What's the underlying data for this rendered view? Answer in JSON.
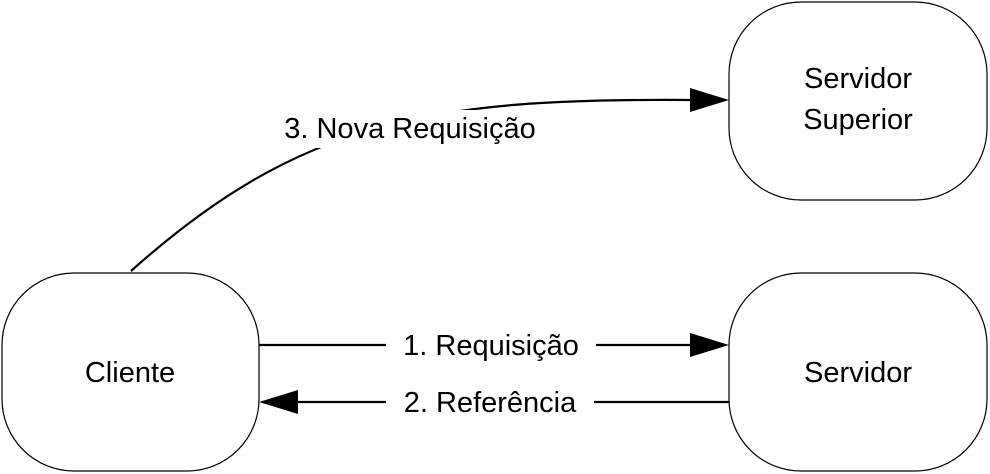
{
  "diagram": {
    "nodes": {
      "cliente": {
        "label": "Cliente"
      },
      "servidor": {
        "label": "Servidor"
      },
      "servidor_superior": {
        "line1": "Servidor",
        "line2": "Superior"
      }
    },
    "edges": {
      "requisicao": {
        "label": "1. Requisição"
      },
      "referencia": {
        "label": "2. Referência"
      },
      "nova_requisicao": {
        "label": "3. Nova Requisição"
      }
    }
  }
}
